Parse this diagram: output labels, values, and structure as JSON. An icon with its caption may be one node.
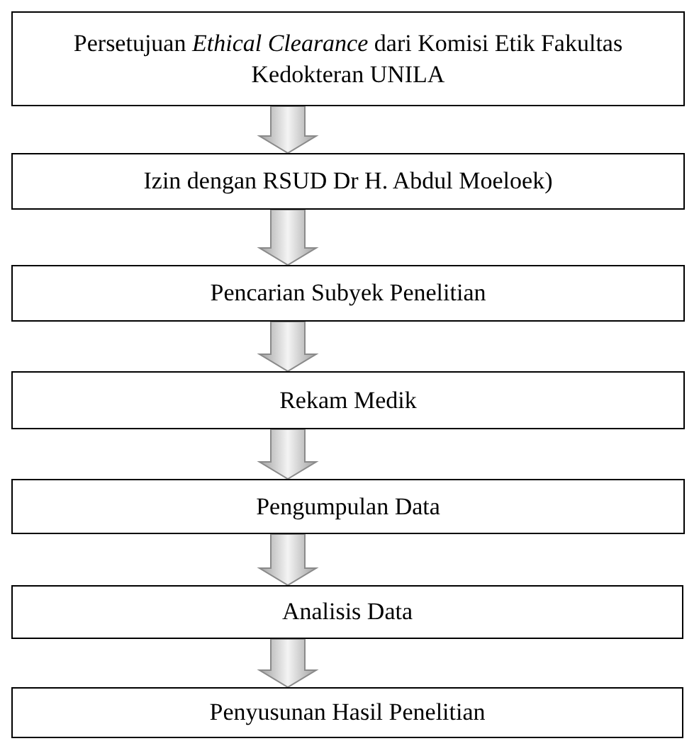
{
  "diagram": {
    "nodes": [
      {
        "text": [
          "Persetujuan *Ethical Clearance* dari Komisi Etik Fakultas Kedokteran UNILA"
        ]
      },
      {
        "text": [
          "Izin dengan RSUD Dr H. Abdul Moeloek)"
        ]
      },
      {
        "text": [
          "Pencarian Subyek Penelitian"
        ]
      },
      {
        "text": [
          "Rekam Medik"
        ]
      },
      {
        "text": [
          "Pengumpulan Data"
        ]
      },
      {
        "text": [
          "Analisis Data"
        ]
      },
      {
        "text": [
          "Penyusunan Hasil Penelitian"
        ]
      }
    ],
    "edges": [
      {
        "from": 0,
        "to": 1,
        "arrow": "to"
      },
      {
        "from": 1,
        "to": 2,
        "arrow": "to"
      },
      {
        "from": 2,
        "to": 3,
        "arrow": "to"
      },
      {
        "from": 3,
        "to": 4,
        "arrow": "to"
      },
      {
        "from": 4,
        "to": 5,
        "arrow": "to"
      },
      {
        "from": 5,
        "to": 6,
        "arrow": "to"
      }
    ]
  }
}
